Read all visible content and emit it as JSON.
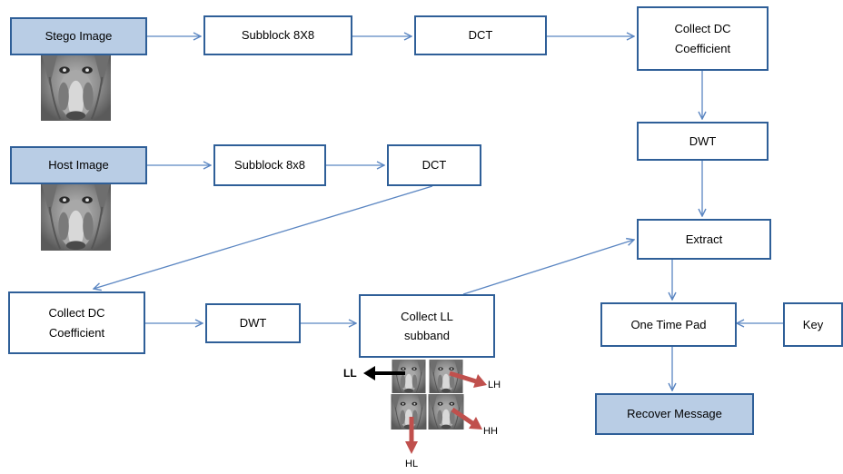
{
  "nodes": {
    "stego_image": "Stego Image",
    "subblock_top": "Subblock 8X8",
    "dct_top": "DCT",
    "collect_dc_right": "Collect DC\nCoefficient",
    "dwt_right": "DWT",
    "host_image": "Host Image",
    "subblock_mid": "Subblock 8x8",
    "dct_mid": "DCT",
    "extract": "Extract",
    "collect_dc_left": "Collect DC\nCoefficient",
    "dwt_bottom": "DWT",
    "collect_ll": "Collect LL\nsubband",
    "one_time_pad": "One Time Pad",
    "key": "Key",
    "recover_message": "Recover Message"
  },
  "subbands": {
    "ll": "LL",
    "lh": "LH",
    "hh": "HH",
    "hl": "HL"
  },
  "colors": {
    "border": "#2f5f98",
    "highlight_fill": "#b9cde5",
    "connector": "#5b86c2",
    "red_arrow": "#c0504d",
    "black_arrow": "#000000"
  }
}
